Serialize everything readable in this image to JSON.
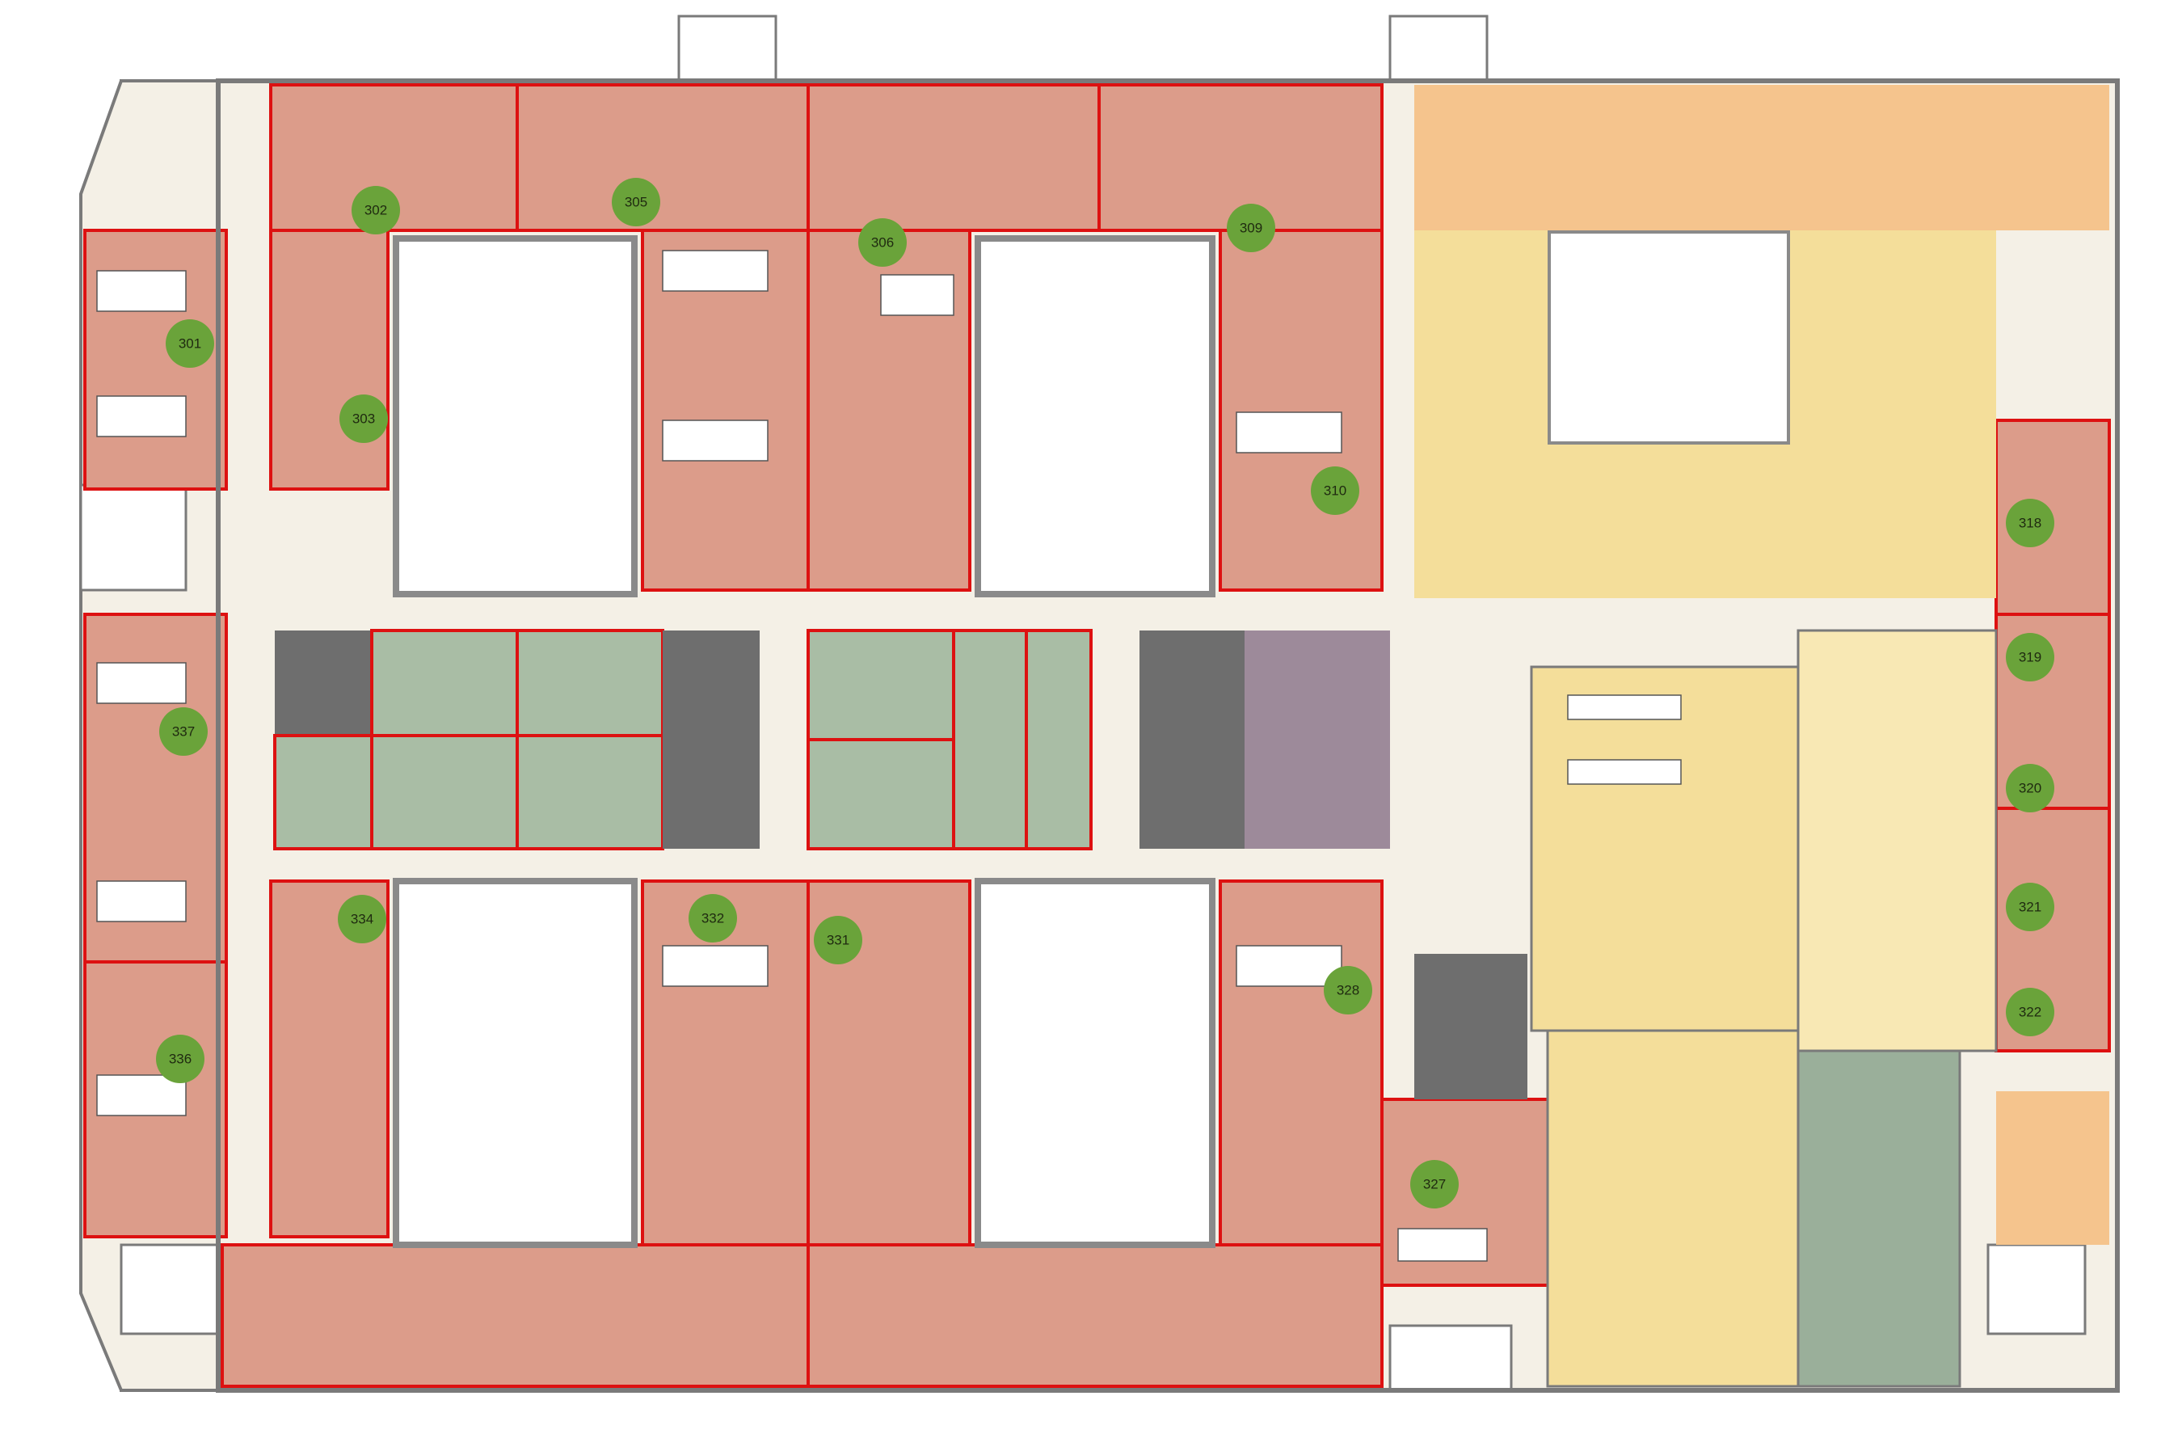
{
  "palette": {
    "office": "#dc9c8a",
    "meeting": "#a9bda5",
    "service": "#6e6e6e",
    "lounge": "#f5c48d",
    "canteen": "#f4de9a",
    "lab": "#9d8a9a",
    "corridor": "#f4f0e6",
    "partition": "#dd1111",
    "marker": "#6aa33a"
  },
  "room_markers": [
    {
      "label": "301"
    },
    {
      "label": "302"
    },
    {
      "label": "303"
    },
    {
      "label": "305"
    },
    {
      "label": "306"
    },
    {
      "label": "309"
    },
    {
      "label": "310"
    },
    {
      "label": "318"
    },
    {
      "label": "319"
    },
    {
      "label": "320"
    },
    {
      "label": "321"
    },
    {
      "label": "322"
    },
    {
      "label": "327"
    },
    {
      "label": "328"
    },
    {
      "label": "331"
    },
    {
      "label": "332"
    },
    {
      "label": "334"
    },
    {
      "label": "336"
    },
    {
      "label": "337"
    }
  ]
}
